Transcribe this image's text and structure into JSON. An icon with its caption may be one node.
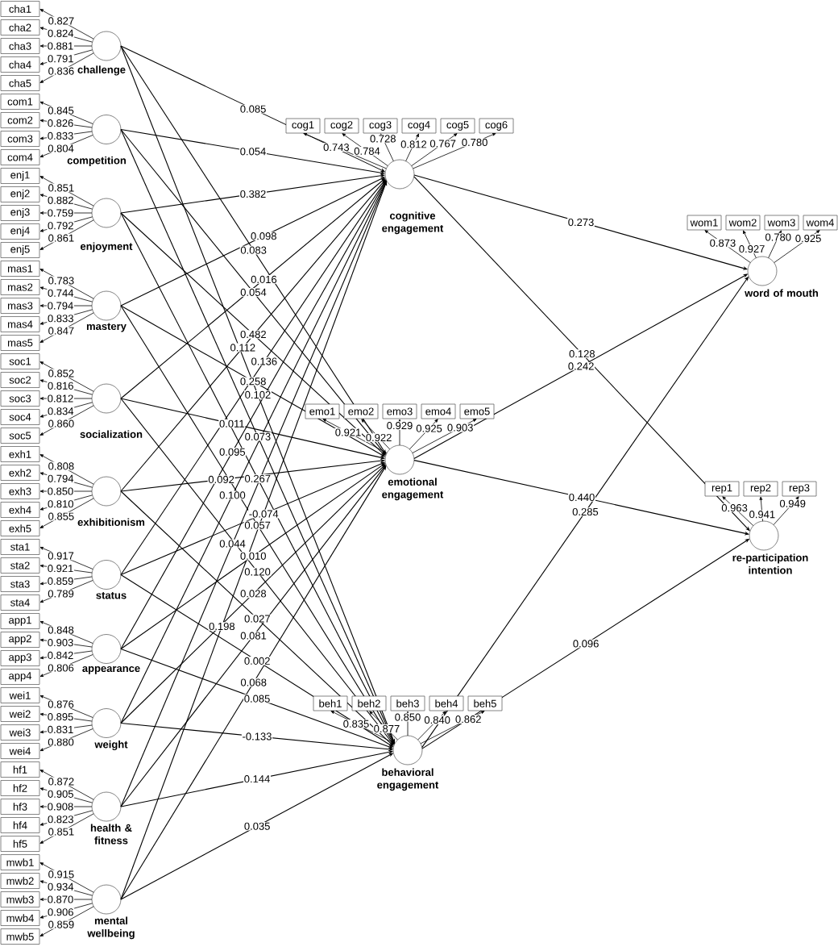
{
  "diagram": {
    "nodes": [
      {
        "text": [
          "challenge"
        ]
      },
      {
        "text": [
          "cha1"
        ]
      },
      {
        "text": [
          "cha2"
        ]
      },
      {
        "text": [
          "cha3"
        ]
      },
      {
        "text": [
          "cha4"
        ]
      },
      {
        "text": [
          "cha5"
        ]
      },
      {
        "text": [
          "competition"
        ]
      },
      {
        "text": [
          "com1"
        ]
      },
      {
        "text": [
          "com2"
        ]
      },
      {
        "text": [
          "com3"
        ]
      },
      {
        "text": [
          "com4"
        ]
      },
      {
        "text": [
          "enjoyment"
        ]
      },
      {
        "text": [
          "enj1"
        ]
      },
      {
        "text": [
          "enj2"
        ]
      },
      {
        "text": [
          "enj3"
        ]
      },
      {
        "text": [
          "enj4"
        ]
      },
      {
        "text": [
          "enj5"
        ]
      },
      {
        "text": [
          "mastery"
        ]
      },
      {
        "text": [
          "mas1"
        ]
      },
      {
        "text": [
          "mas2"
        ]
      },
      {
        "text": [
          "mas3"
        ]
      },
      {
        "text": [
          "mas4"
        ]
      },
      {
        "text": [
          "mas5"
        ]
      },
      {
        "text": [
          "socialization"
        ]
      },
      {
        "text": [
          "soc1"
        ]
      },
      {
        "text": [
          "soc2"
        ]
      },
      {
        "text": [
          "soc3"
        ]
      },
      {
        "text": [
          "soc4"
        ]
      },
      {
        "text": [
          "soc5"
        ]
      },
      {
        "text": [
          "exhibitionism"
        ]
      },
      {
        "text": [
          "exh1"
        ]
      },
      {
        "text": [
          "exh2"
        ]
      },
      {
        "text": [
          "exh3"
        ]
      },
      {
        "text": [
          "exh4"
        ]
      },
      {
        "text": [
          "exh5"
        ]
      },
      {
        "text": [
          "status"
        ]
      },
      {
        "text": [
          "sta1"
        ]
      },
      {
        "text": [
          "sta2"
        ]
      },
      {
        "text": [
          "sta3"
        ]
      },
      {
        "text": [
          "sta4"
        ]
      },
      {
        "text": [
          "appearance"
        ]
      },
      {
        "text": [
          "app1"
        ]
      },
      {
        "text": [
          "app2"
        ]
      },
      {
        "text": [
          "app3"
        ]
      },
      {
        "text": [
          "app4"
        ]
      },
      {
        "text": [
          "weight"
        ]
      },
      {
        "text": [
          "wei1"
        ]
      },
      {
        "text": [
          "wei2"
        ]
      },
      {
        "text": [
          "wei3"
        ]
      },
      {
        "text": [
          "wei4"
        ]
      },
      {
        "text": [
          "health & fitness"
        ]
      },
      {
        "text": [
          "hf1"
        ]
      },
      {
        "text": [
          "hf2"
        ]
      },
      {
        "text": [
          "hf3"
        ]
      },
      {
        "text": [
          "hf4"
        ]
      },
      {
        "text": [
          "hf5"
        ]
      },
      {
        "text": [
          "mental wellbeing"
        ]
      },
      {
        "text": [
          "mwb1"
        ]
      },
      {
        "text": [
          "mwb2"
        ]
      },
      {
        "text": [
          "mwb3"
        ]
      },
      {
        "text": [
          "mwb4"
        ]
      },
      {
        "text": [
          "mwb5"
        ]
      },
      {
        "text": [
          "cognitive engagement"
        ]
      },
      {
        "text": [
          "cog1"
        ]
      },
      {
        "text": [
          "cog2"
        ]
      },
      {
        "text": [
          "cog3"
        ]
      },
      {
        "text": [
          "cog4"
        ]
      },
      {
        "text": [
          "cog5"
        ]
      },
      {
        "text": [
          "cog6"
        ]
      },
      {
        "text": [
          "emotional engagement"
        ]
      },
      {
        "text": [
          "emo1"
        ]
      },
      {
        "text": [
          "emo2"
        ]
      },
      {
        "text": [
          "emo3"
        ]
      },
      {
        "text": [
          "emo4"
        ]
      },
      {
        "text": [
          "emo5"
        ]
      },
      {
        "text": [
          "behavioral engagement"
        ]
      },
      {
        "text": [
          "beh1"
        ]
      },
      {
        "text": [
          "beh2"
        ]
      },
      {
        "text": [
          "beh3"
        ]
      },
      {
        "text": [
          "beh4"
        ]
      },
      {
        "text": [
          "beh5"
        ]
      },
      {
        "text": [
          "word of mouth"
        ]
      },
      {
        "text": [
          "wom1"
        ]
      },
      {
        "text": [
          "wom2"
        ]
      },
      {
        "text": [
          "wom3"
        ]
      },
      {
        "text": [
          "wom4"
        ]
      },
      {
        "text": [
          "re-participation intention"
        ]
      },
      {
        "text": [
          "rep1"
        ]
      },
      {
        "text": [
          "rep2"
        ]
      },
      {
        "text": [
          "rep3"
        ]
      }
    ],
    "edges": [
      {
        "from": 0,
        "to": 1,
        "arrow": "to",
        "label": "0.827"
      },
      {
        "from": 0,
        "to": 2,
        "arrow": "to",
        "label": "0.824"
      },
      {
        "from": 0,
        "to": 3,
        "arrow": "to",
        "label": "0.881"
      },
      {
        "from": 0,
        "to": 4,
        "arrow": "to",
        "label": "0.791"
      },
      {
        "from": 0,
        "to": 5,
        "arrow": "to",
        "label": "0.836"
      },
      {
        "from": 6,
        "to": 7,
        "arrow": "to",
        "label": "0.845"
      },
      {
        "from": 6,
        "to": 8,
        "arrow": "to",
        "label": "0.826"
      },
      {
        "from": 6,
        "to": 9,
        "arrow": "to",
        "label": "0.833"
      },
      {
        "from": 6,
        "to": 10,
        "arrow": "to",
        "label": "0.804"
      },
      {
        "from": 11,
        "to": 12,
        "arrow": "to",
        "label": "0.851"
      },
      {
        "from": 11,
        "to": 13,
        "arrow": "to",
        "label": "0.882"
      },
      {
        "from": 11,
        "to": 14,
        "arrow": "to",
        "label": "0.759"
      },
      {
        "from": 11,
        "to": 15,
        "arrow": "to",
        "label": "0.792"
      },
      {
        "from": 11,
        "to": 16,
        "arrow": "to",
        "label": "0.861"
      },
      {
        "from": 17,
        "to": 18,
        "arrow": "to",
        "label": "0.783"
      },
      {
        "from": 17,
        "to": 19,
        "arrow": "to",
        "label": "0.744"
      },
      {
        "from": 17,
        "to": 20,
        "arrow": "to",
        "label": "0.794"
      },
      {
        "from": 17,
        "to": 21,
        "arrow": "to",
        "label": "0.833"
      },
      {
        "from": 17,
        "to": 22,
        "arrow": "to",
        "label": "0.847"
      },
      {
        "from": 23,
        "to": 24,
        "arrow": "to",
        "label": "0.852"
      },
      {
        "from": 23,
        "to": 25,
        "arrow": "to",
        "label": "0.816"
      },
      {
        "from": 23,
        "to": 26,
        "arrow": "to",
        "label": "0.812"
      },
      {
        "from": 23,
        "to": 27,
        "arrow": "to",
        "label": "0.834"
      },
      {
        "from": 23,
        "to": 28,
        "arrow": "to",
        "label": "0.860"
      },
      {
        "from": 29,
        "to": 30,
        "arrow": "to",
        "label": "0.808"
      },
      {
        "from": 29,
        "to": 31,
        "arrow": "to",
        "label": "0.794"
      },
      {
        "from": 29,
        "to": 32,
        "arrow": "to",
        "label": "0.850"
      },
      {
        "from": 29,
        "to": 33,
        "arrow": "to",
        "label": "0.810"
      },
      {
        "from": 29,
        "to": 34,
        "arrow": "to",
        "label": "0.855"
      },
      {
        "from": 35,
        "to": 36,
        "arrow": "to",
        "label": "0.917"
      },
      {
        "from": 35,
        "to": 37,
        "arrow": "to",
        "label": "0.921"
      },
      {
        "from": 35,
        "to": 38,
        "arrow": "to",
        "label": "0.859"
      },
      {
        "from": 35,
        "to": 39,
        "arrow": "to",
        "label": "0.789"
      },
      {
        "from": 40,
        "to": 41,
        "arrow": "to",
        "label": "0.848"
      },
      {
        "from": 40,
        "to": 42,
        "arrow": "to",
        "label": "0.903"
      },
      {
        "from": 40,
        "to": 43,
        "arrow": "to",
        "label": "0.842"
      },
      {
        "from": 40,
        "to": 44,
        "arrow": "to",
        "label": "0.806"
      },
      {
        "from": 45,
        "to": 46,
        "arrow": "to",
        "label": "0.876"
      },
      {
        "from": 45,
        "to": 47,
        "arrow": "to",
        "label": "0.895"
      },
      {
        "from": 45,
        "to": 48,
        "arrow": "to",
        "label": "0.831"
      },
      {
        "from": 45,
        "to": 49,
        "arrow": "to",
        "label": "0.880"
      },
      {
        "from": 50,
        "to": 51,
        "arrow": "to",
        "label": "0.872"
      },
      {
        "from": 50,
        "to": 52,
        "arrow": "to",
        "label": "0.905"
      },
      {
        "from": 50,
        "to": 53,
        "arrow": "to",
        "label": "0.908"
      },
      {
        "from": 50,
        "to": 54,
        "arrow": "to",
        "label": "0.823"
      },
      {
        "from": 50,
        "to": 55,
        "arrow": "to",
        "label": "0.851"
      },
      {
        "from": 56,
        "to": 57,
        "arrow": "to",
        "label": "0.915"
      },
      {
        "from": 56,
        "to": 58,
        "arrow": "to",
        "label": "0.934"
      },
      {
        "from": 56,
        "to": 59,
        "arrow": "to",
        "label": "0.870"
      },
      {
        "from": 56,
        "to": 60,
        "arrow": "to",
        "label": "0.906"
      },
      {
        "from": 56,
        "to": 61,
        "arrow": "to",
        "label": "0.859"
      },
      {
        "from": 62,
        "to": 63,
        "arrow": "to",
        "label": "0.743"
      },
      {
        "from": 62,
        "to": 64,
        "arrow": "to",
        "label": "0.784"
      },
      {
        "from": 62,
        "to": 65,
        "arrow": "to",
        "label": "0.728"
      },
      {
        "from": 62,
        "to": 66,
        "arrow": "to",
        "label": "0.812"
      },
      {
        "from": 62,
        "to": 67,
        "arrow": "to",
        "label": "0.767"
      },
      {
        "from": 62,
        "to": 68,
        "arrow": "to",
        "label": "0.780"
      },
      {
        "from": 69,
        "to": 70,
        "arrow": "to",
        "label": "0.921"
      },
      {
        "from": 69,
        "to": 71,
        "arrow": "to",
        "label": "0.922"
      },
      {
        "from": 69,
        "to": 72,
        "arrow": "to",
        "label": "0.929"
      },
      {
        "from": 69,
        "to": 73,
        "arrow": "to",
        "label": "0.925"
      },
      {
        "from": 69,
        "to": 74,
        "arrow": "to",
        "label": "0.903"
      },
      {
        "from": 75,
        "to": 76,
        "arrow": "to",
        "label": "0.835"
      },
      {
        "from": 75,
        "to": 77,
        "arrow": "to",
        "label": "0.877"
      },
      {
        "from": 75,
        "to": 78,
        "arrow": "to",
        "label": "0.850"
      },
      {
        "from": 75,
        "to": 79,
        "arrow": "to",
        "label": "0.840"
      },
      {
        "from": 75,
        "to": 80,
        "arrow": "to",
        "label": "0.862"
      },
      {
        "from": 81,
        "to": 82,
        "arrow": "to",
        "label": "0.873"
      },
      {
        "from": 81,
        "to": 83,
        "arrow": "to",
        "label": "0.927"
      },
      {
        "from": 81,
        "to": 84,
        "arrow": "to",
        "label": "0.780"
      },
      {
        "from": 81,
        "to": 85,
        "arrow": "to",
        "label": "0.925"
      },
      {
        "from": 86,
        "to": 87,
        "arrow": "to",
        "label": "0.963"
      },
      {
        "from": 86,
        "to": 88,
        "arrow": "to",
        "label": "0.941"
      },
      {
        "from": 86,
        "to": 89,
        "arrow": "to",
        "label": "0.949"
      },
      {
        "from": 0,
        "to": 62,
        "arrow": "to",
        "label": "0.085"
      },
      {
        "from": 0,
        "to": 69,
        "arrow": "to",
        "label": "0.083"
      },
      {
        "from": 0,
        "to": 75,
        "arrow": "to",
        "label": "0.102"
      },
      {
        "from": 6,
        "to": 62,
        "arrow": "to",
        "label": "0.054"
      },
      {
        "from": 6,
        "to": 69,
        "arrow": "to",
        "label": "0.054"
      },
      {
        "from": 6,
        "to": 75,
        "arrow": "to",
        "label": "0.073"
      },
      {
        "from": 11,
        "to": 62,
        "arrow": "to",
        "label": "0.382"
      },
      {
        "from": 11,
        "to": 69,
        "arrow": "to",
        "label": "0.482"
      },
      {
        "from": 11,
        "to": 75,
        "arrow": "to",
        "label": "0.267"
      },
      {
        "from": 17,
        "to": 62,
        "arrow": "to",
        "label": "0.098"
      },
      {
        "from": 17,
        "to": 69,
        "arrow": "to",
        "label": "0.258"
      },
      {
        "from": 17,
        "to": 75,
        "arrow": "to",
        "label": "0.057"
      },
      {
        "from": 23,
        "to": 62,
        "arrow": "to",
        "label": "0.016"
      },
      {
        "from": 23,
        "to": 69,
        "arrow": "to",
        "label": "0.011"
      },
      {
        "from": 23,
        "to": 75,
        "arrow": "to",
        "label": "0.120"
      },
      {
        "from": 29,
        "to": 62,
        "arrow": "to",
        "label": "0.112"
      },
      {
        "from": 29,
        "to": 69,
        "arrow": "to",
        "label": "0.092"
      },
      {
        "from": 29,
        "to": 75,
        "arrow": "to",
        "label": "0.027"
      },
      {
        "from": 35,
        "to": 62,
        "arrow": "to",
        "label": "0.136"
      },
      {
        "from": 35,
        "to": 69,
        "arrow": "to",
        "label": "-0.074"
      },
      {
        "from": 35,
        "to": 75,
        "arrow": "to",
        "label": "0.002"
      },
      {
        "from": 40,
        "to": 62,
        "arrow": "to",
        "label": "0.095"
      },
      {
        "from": 40,
        "to": 69,
        "arrow": "to",
        "label": "0.010"
      },
      {
        "from": 40,
        "to": 75,
        "arrow": "to",
        "label": "0.085"
      },
      {
        "from": 45,
        "to": 62,
        "arrow": "to",
        "label": "0.100"
      },
      {
        "from": 45,
        "to": 69,
        "arrow": "to",
        "label": "0.028"
      },
      {
        "from": 45,
        "to": 75,
        "arrow": "to",
        "label": "-0.133"
      },
      {
        "from": 50,
        "to": 62,
        "arrow": "to",
        "label": "0.044"
      },
      {
        "from": 50,
        "to": 69,
        "arrow": "to",
        "label": "0.081"
      },
      {
        "from": 50,
        "to": 75,
        "arrow": "to",
        "label": "0.144"
      },
      {
        "from": 56,
        "to": 62,
        "arrow": "to",
        "label": "0.198"
      },
      {
        "from": 56,
        "to": 69,
        "arrow": "to",
        "label": "0.068"
      },
      {
        "from": 56,
        "to": 75,
        "arrow": "to",
        "label": "0.035"
      },
      {
        "from": 62,
        "to": 81,
        "arrow": "to",
        "label": "0.273"
      },
      {
        "from": 62,
        "to": 86,
        "arrow": "to",
        "label": "0.128"
      },
      {
        "from": 69,
        "to": 81,
        "arrow": "to",
        "label": "0.242"
      },
      {
        "from": 69,
        "to": 86,
        "arrow": "to",
        "label": "0.440"
      },
      {
        "from": 75,
        "to": 81,
        "arrow": "to",
        "label": "0.285"
      },
      {
        "from": 75,
        "to": 86,
        "arrow": "to",
        "label": "0.096"
      }
    ]
  }
}
